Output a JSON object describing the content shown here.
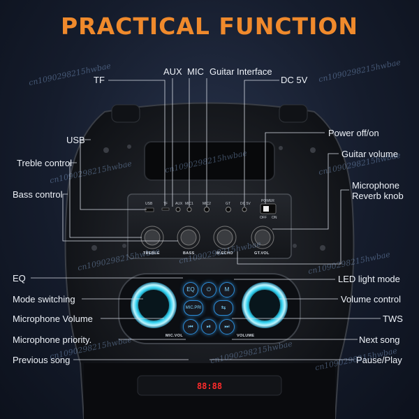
{
  "title": "PRACTICAL FUNCTION",
  "colors": {
    "title": "#f08a2c",
    "ring": "#2fd0f0",
    "display": "#ff2b2b"
  },
  "callouts": {
    "top": [
      "TF",
      "AUX",
      "MIC",
      "Guitar Interface",
      "DC 5V"
    ],
    "left": [
      "USB",
      "Treble control",
      "Bass control",
      "EQ",
      "Mode switching",
      "Microphone Volume",
      "Microphone priority.",
      "Previous song"
    ],
    "right": [
      "Power off/on",
      "Guitar volume",
      "Microphone",
      "Reverb knob",
      "LED light mode",
      "Volume control",
      "TWS",
      "Next song",
      "Pause/Play"
    ]
  },
  "panel": {
    "ports": [
      "USB",
      "TF",
      "AUX",
      "MIC1",
      "MIC2",
      "GT",
      "DC 5V",
      "POWER"
    ],
    "switch": [
      "OFF",
      "ON"
    ],
    "knobs": [
      "TREBLE",
      "BASS",
      "M.ECHO",
      "GT.VOL"
    ],
    "dials": [
      "MIC.VOL",
      "VOLUME"
    ],
    "buttons": [
      "EQ",
      "⏻",
      "M",
      "MIC.PRI",
      "⇆",
      "⏮",
      "⏯",
      "⏭"
    ]
  },
  "display": "88:88",
  "watermark": "cn1090298215hwbae"
}
